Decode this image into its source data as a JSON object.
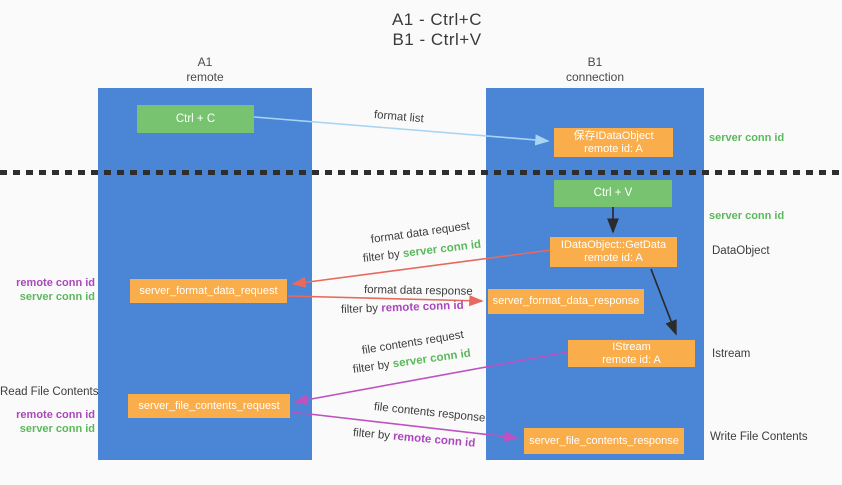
{
  "title": [
    "A1 - Ctrl+C",
    "B1 - Ctrl+V"
  ],
  "lanes": {
    "left": {
      "title": "A1",
      "subtitle": "remote"
    },
    "right": {
      "title": "B1",
      "subtitle": "connection"
    }
  },
  "nodes": {
    "ctrl_c": {
      "label": "Ctrl + C"
    },
    "ctrl_v": {
      "label": "Ctrl + V"
    },
    "save_dataobject": {
      "line1": "保存IDataObject",
      "line2": "remote id: A"
    },
    "getdata": {
      "line1": "IDataObject::GetData",
      "line2": "remote id: A"
    },
    "istream": {
      "line1": "IStream",
      "line2": "remote id: A"
    },
    "format_request": {
      "label": "server_format_data_request"
    },
    "format_response": {
      "label": "server_format_data_response"
    },
    "file_request": {
      "label": "server_file_contents_request"
    },
    "file_response": {
      "label": "server_file_contents_response"
    }
  },
  "edge_labels": {
    "format_list": "format list",
    "format_request": {
      "title": "format data request",
      "filter": "filter by ",
      "key": "server conn id"
    },
    "format_response": {
      "title": "format data response",
      "filter": "filter by ",
      "key": "remote conn id"
    },
    "file_request": {
      "title": "file contents request",
      "filter": "filter by ",
      "key": "server conn id"
    },
    "file_response": {
      "title": "file contents response",
      "filter": "filter by ",
      "key": "remote conn id"
    }
  },
  "annotations": {
    "right_server_conn_top": "server conn id",
    "right_server_conn_mid": "server conn id",
    "dataobject": "DataObject",
    "istream": "Istream",
    "write_file": "Write File Contents",
    "left_remote_conn_mid": "remote conn id",
    "left_server_conn_mid": "server conn id",
    "read_file": "Read File Contents",
    "left_remote_conn_bottom": "remote conn id",
    "left_server_conn_bottom": "server conn id"
  },
  "colors": {
    "lane_blue": "#4a85d6",
    "node_green": "#77c36f",
    "node_orange": "#f9ad4b",
    "arrow_light_blue": "#a9d5f2",
    "arrow_red": "#e8695e",
    "arrow_magenta": "#bd53c0",
    "arrow_black": "#2b2b2b",
    "label_green": "#5cb85c",
    "label_purple": "#ab47bc"
  }
}
